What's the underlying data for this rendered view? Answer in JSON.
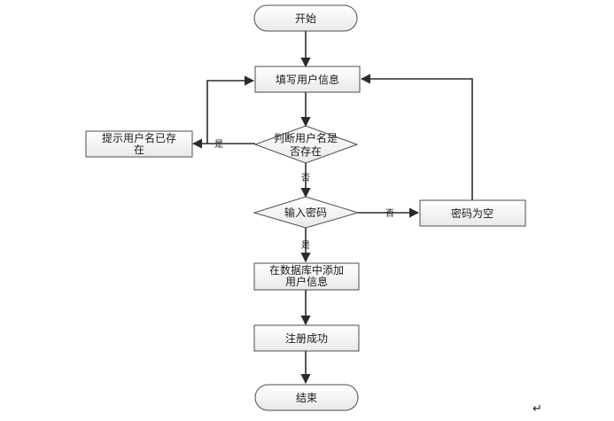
{
  "nodes": {
    "start": "开始",
    "fill_info": "填写用户信息",
    "check_name_1": "判断用户名是",
    "check_name_2": "否存在",
    "hint_exists_1": "提示用户名已存",
    "hint_exists_2": "在",
    "input_pwd": "输入密码",
    "pwd_empty": "密码为空",
    "add_db_1": "在数据库中添加",
    "add_db_2": "用户信息",
    "success": "注册成功",
    "end": "结束"
  },
  "edges": {
    "exists_yes": "是",
    "exists_no": "否",
    "pwd_no": "否",
    "pwd_yes": "是"
  },
  "page_mark": "↵"
}
